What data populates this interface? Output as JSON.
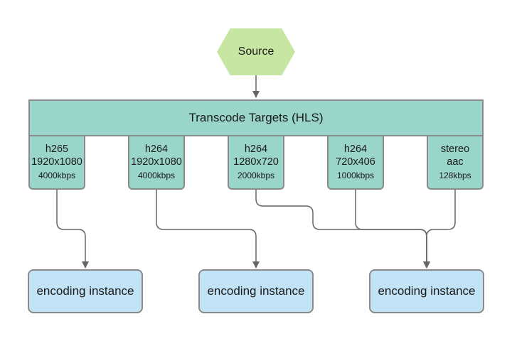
{
  "source": {
    "label": "Source"
  },
  "targets_group": {
    "title": "Transcode Targets (HLS)"
  },
  "targets": [
    {
      "codec": "h265",
      "resolution": "1920x1080",
      "bitrate": "4000kbps"
    },
    {
      "codec": "h264",
      "resolution": "1920x1080",
      "bitrate": "4000kbps"
    },
    {
      "codec": "h264",
      "resolution": "1280x720",
      "bitrate": "2000kbps"
    },
    {
      "codec": "h264",
      "resolution": "720x406",
      "bitrate": "1000kbps"
    },
    {
      "codec": "stereo",
      "resolution": "aac",
      "bitrate": "128kbps"
    }
  ],
  "instances": [
    {
      "label": "encoding instance"
    },
    {
      "label": "encoding instance"
    },
    {
      "label": "encoding instance"
    }
  ],
  "colors": {
    "source_fill": "#c7e6a4",
    "targets_fill": "#99d5c9",
    "instance_fill": "#c2e2f5",
    "stroke": "#8a8a8a",
    "connector": "#666666"
  }
}
